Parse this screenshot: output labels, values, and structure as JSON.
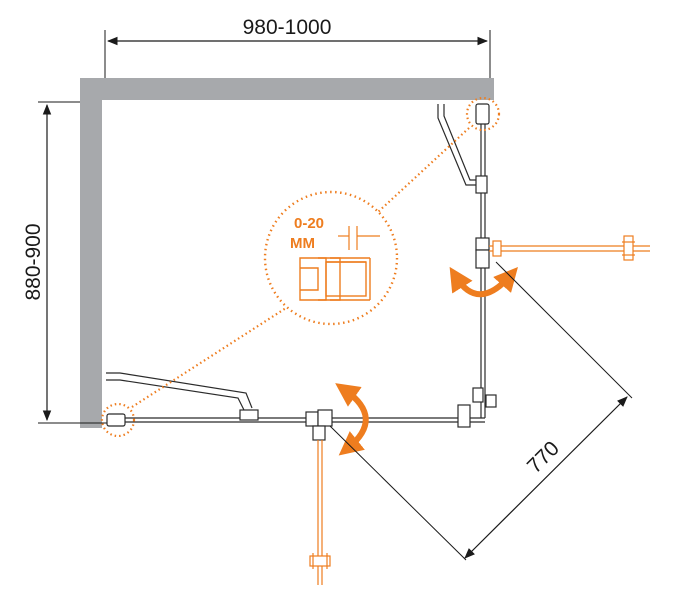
{
  "dimensions": {
    "width": "980-1000",
    "depth": "880-900",
    "diagonal": "770"
  },
  "detail": {
    "range": "0-20",
    "unit": "MM"
  },
  "colors": {
    "wall": "#a7a9ac",
    "dimension_line": "#1a1a1a",
    "frame": "#2b2b2b",
    "door_open": "#ee7d1f",
    "callout": "#ee7d1f"
  }
}
